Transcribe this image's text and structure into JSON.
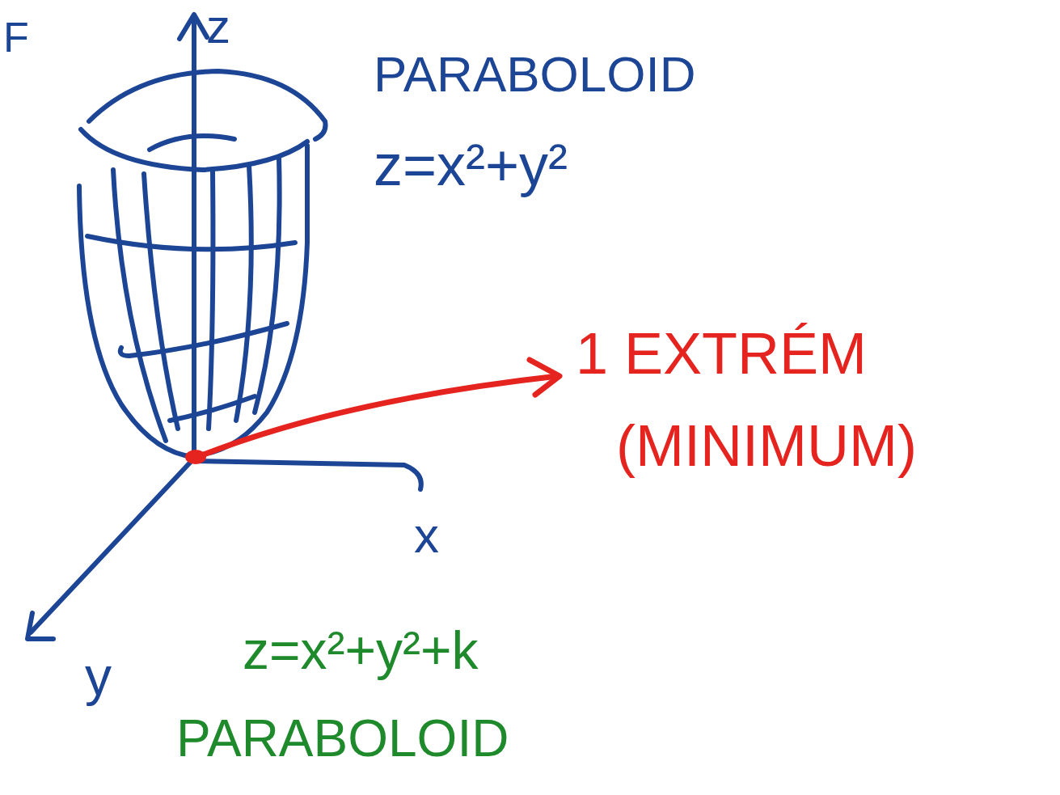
{
  "diagram": {
    "labels": [
      "F",
      "z",
      "PARABOLOID",
      "z=x²+y²",
      "1 EXTRÉM",
      "(MINIMUM)",
      "x",
      "y",
      "z=x²+y²+k",
      "PARABOLOID"
    ]
  }
}
